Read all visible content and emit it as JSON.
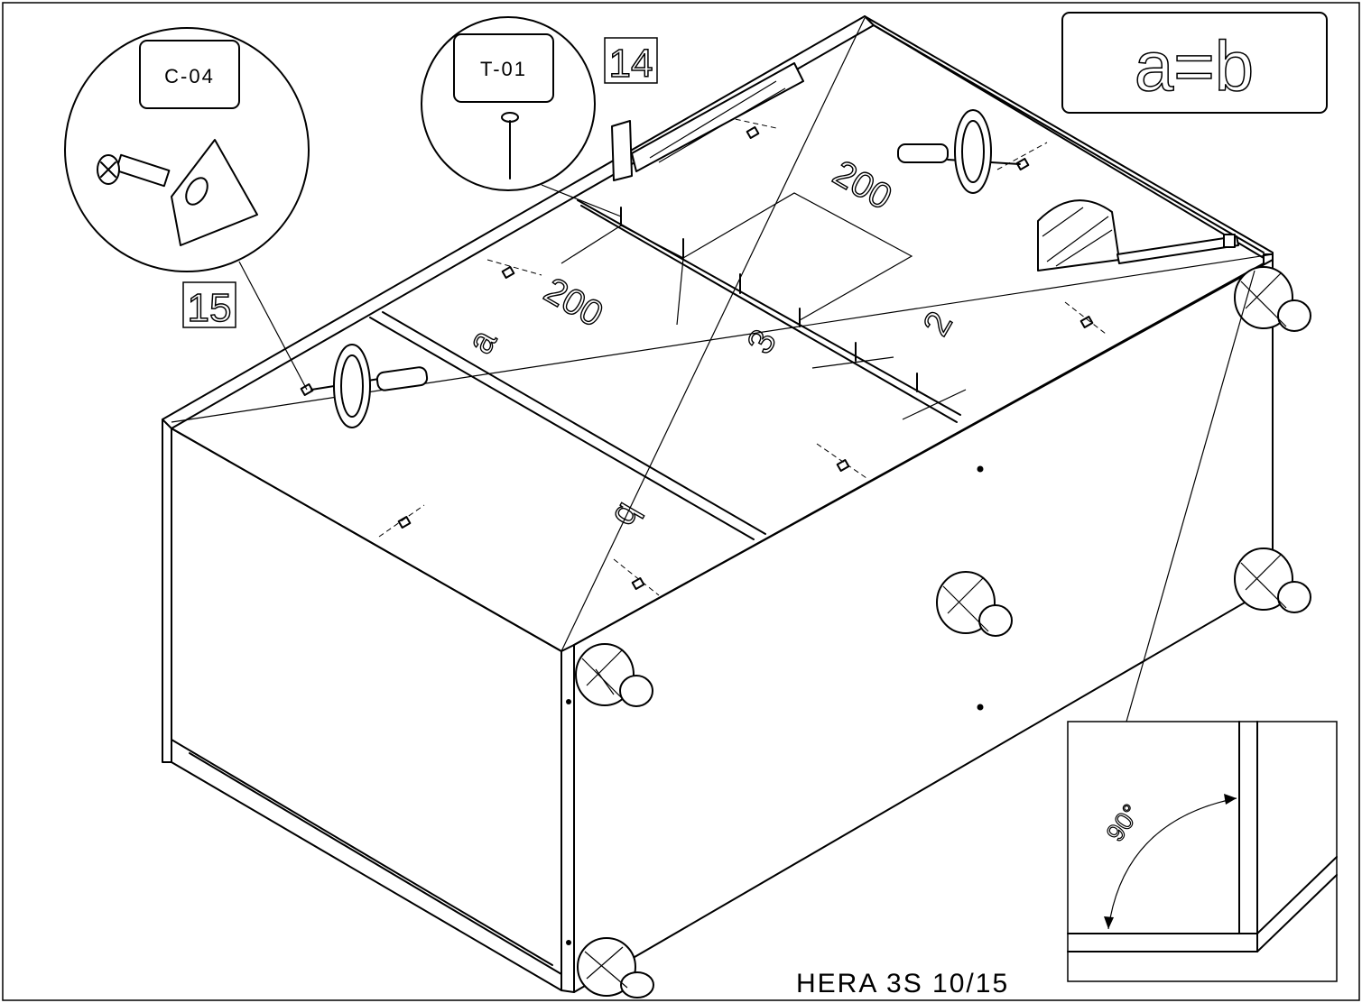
{
  "callouts": {
    "screw_code": "C-04",
    "nail_code": "T-01"
  },
  "steps": {
    "nail_step": "14",
    "screw_step": "15"
  },
  "equality_note": "a=b",
  "dimensions": {
    "spacing_left": "200",
    "spacing_right": "200",
    "edge_offset_a": "3",
    "edge_offset_b": "2"
  },
  "diagonals": {
    "a": "a",
    "b": "b"
  },
  "angle_detail": {
    "angle": "90°"
  },
  "footer": {
    "page_label": "HERA 3S 10/15"
  }
}
